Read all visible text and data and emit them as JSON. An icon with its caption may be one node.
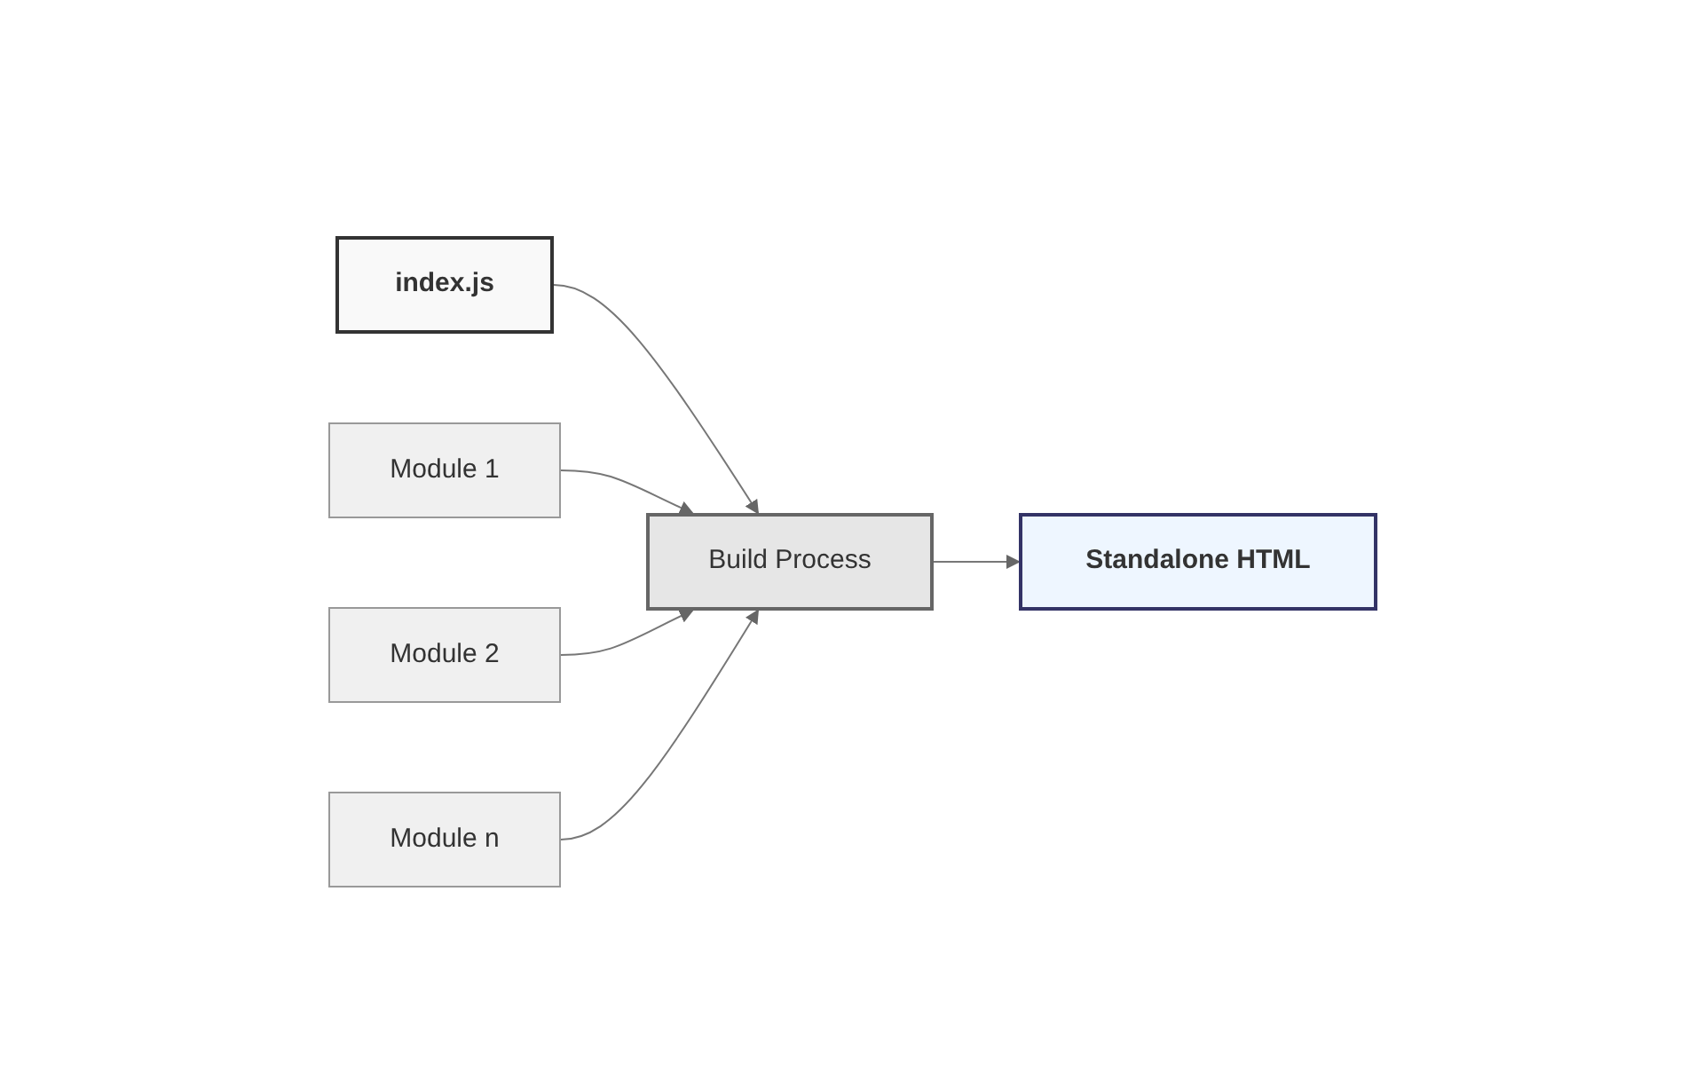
{
  "diagram": {
    "nodes": [
      {
        "text": [
          "index.js"
        ]
      },
      {
        "text": [
          "Module 1"
        ]
      },
      {
        "text": [
          "Module 2"
        ]
      },
      {
        "text": [
          "Module n"
        ]
      },
      {
        "text": [
          "Build Process"
        ]
      },
      {
        "text": [
          "Standalone HTML"
        ]
      }
    ],
    "edges": [
      {
        "from": 0,
        "to": 4,
        "arrow": "to"
      },
      {
        "from": 1,
        "to": 4,
        "arrow": "to"
      },
      {
        "from": 2,
        "to": 4,
        "arrow": "to"
      },
      {
        "from": 3,
        "to": 4,
        "arrow": "to"
      },
      {
        "from": 4,
        "to": 5,
        "arrow": "to"
      }
    ]
  }
}
